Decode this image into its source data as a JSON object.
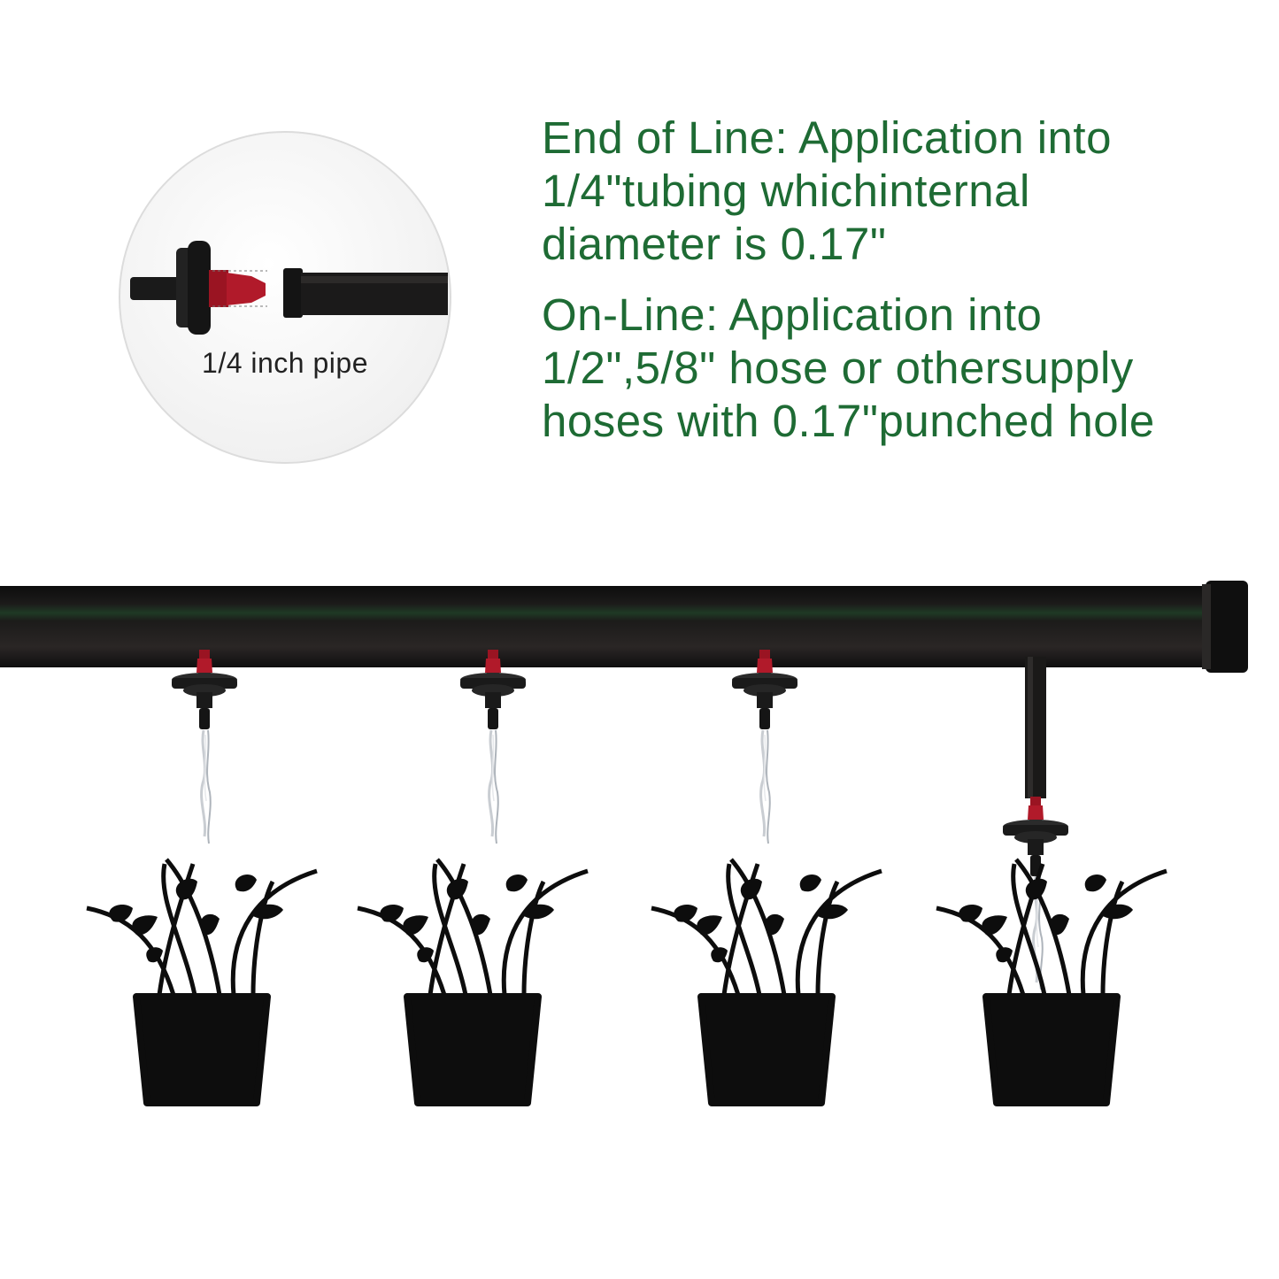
{
  "colors": {
    "text_green": "#1e6b34",
    "pipe": "#1c1a19",
    "pipe_stripe": "#1f3a25",
    "dripper_red": "#b11a2a",
    "dripper_black": "#1a1a1a",
    "silhouette": "#0d0d0d",
    "caption": "#222222",
    "circle_bg": "#f6f6f6"
  },
  "end_of_line": {
    "lines": [
      "End of Line: Application into",
      "1/4\"tubing whichinternal",
      "diameter is 0.17\""
    ]
  },
  "on_line": {
    "lines": [
      "On-Line: Application into",
      "1/2\",5/8\" hose or othersupply",
      "hoses with 0.17\"punched hole"
    ]
  },
  "detail_circle": {
    "caption": "1/4 inch pipe",
    "icons": [
      "dripper-icon",
      "tube-icon"
    ]
  },
  "scene": {
    "icons": [
      "main-pipe-icon",
      "dripper-icon",
      "water-stream-icon",
      "potted-plant-icon"
    ],
    "dripper_count": 4,
    "plant_count": 4
  }
}
